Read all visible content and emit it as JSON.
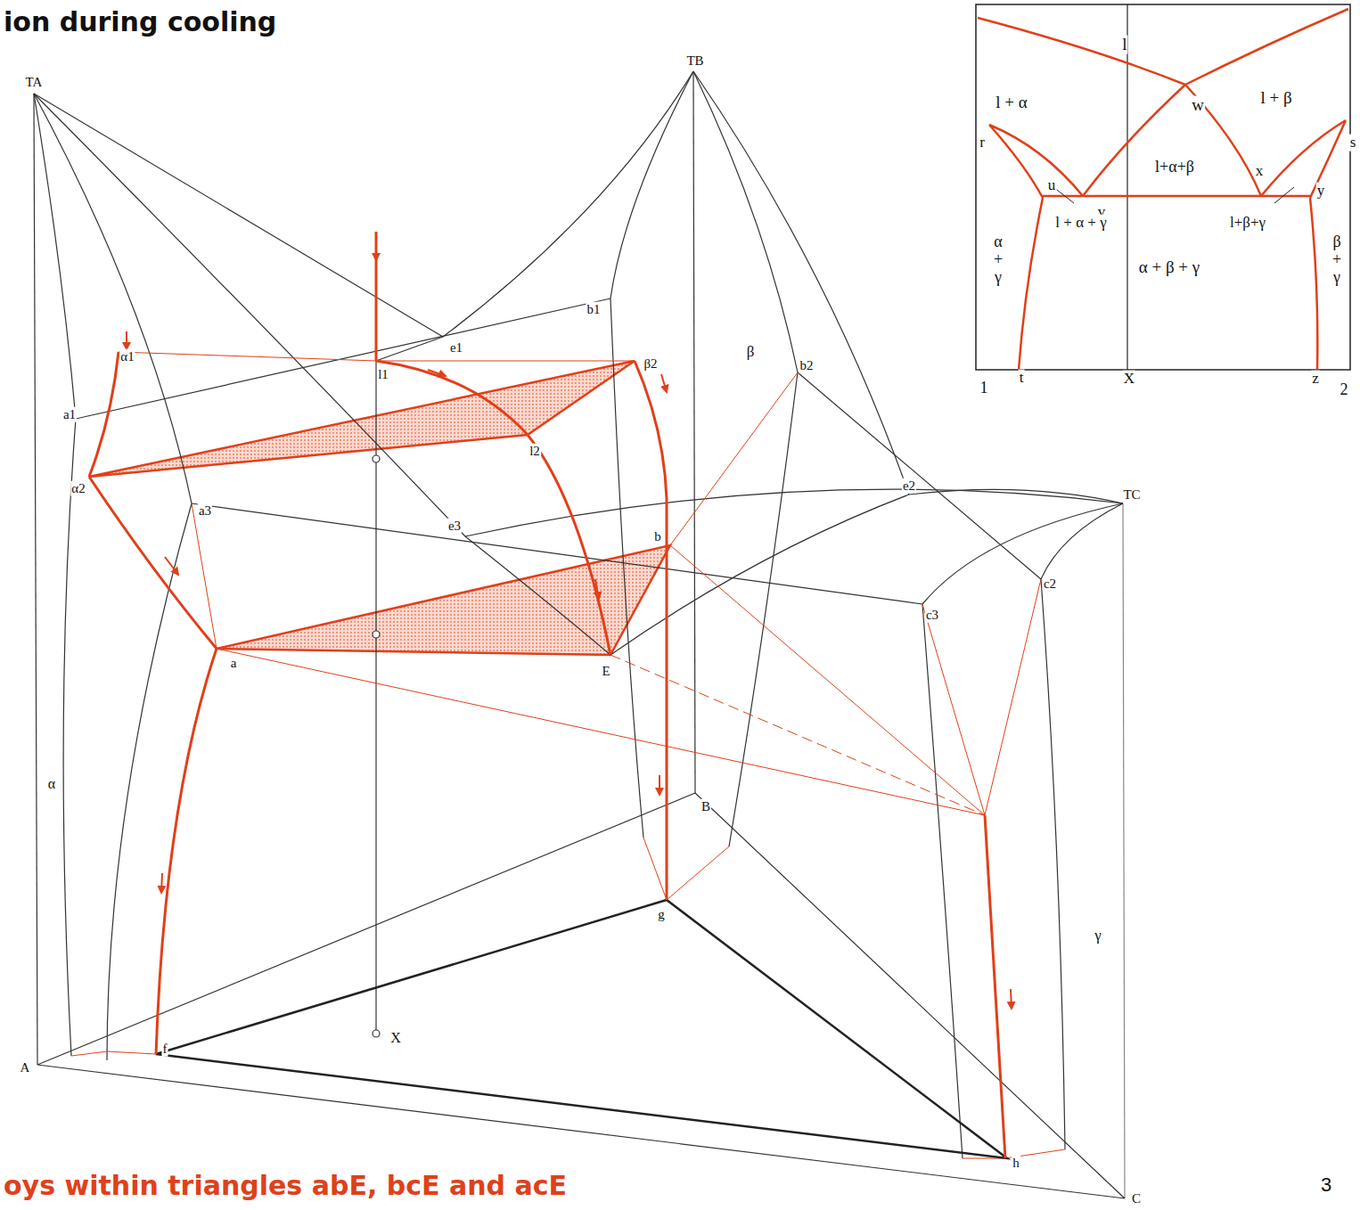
{
  "diagram": {
    "title": "ion during cooling",
    "caption": "oys within triangles abE, bcE and acE",
    "labels": [
      "TA",
      "TB",
      "TC",
      "A",
      "B",
      "C",
      "α1",
      "a1",
      "α2",
      "a3",
      "a",
      "α",
      "l1",
      "l2",
      "e1",
      "e3",
      "b1",
      "β2",
      "β",
      "b2",
      "e2",
      "c2",
      "c3",
      "b",
      "E",
      "g",
      "f",
      "X",
      "h",
      "γ",
      "l",
      "l + α",
      "w",
      "l + β",
      "r",
      "s",
      "l+α+β",
      "x",
      "u",
      "v",
      "y",
      "l + α + γ",
      "l+β+γ",
      "α + γ",
      "β + γ",
      "α + β + γ",
      "1",
      "t",
      "X",
      "z",
      "2",
      "3"
    ]
  }
}
